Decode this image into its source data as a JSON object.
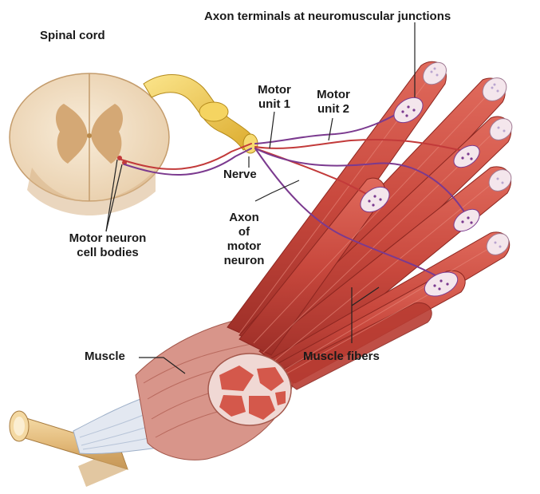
{
  "labels": {
    "spinal_cord": "Spinal cord",
    "axon_terminals": "Axon terminals at neuromuscular junctions",
    "motor_unit_1_line1": "Motor",
    "motor_unit_1_line2": "unit 1",
    "motor_unit_2_line1": "Motor",
    "motor_unit_2_line2": "unit 2",
    "nerve": "Nerve",
    "axon_line1": "Axon",
    "axon_line2": "of",
    "axon_line3": "motor",
    "axon_line4": "neuron",
    "motor_neuron_line1": "Motor neuron",
    "motor_neuron_line2": "cell bodies",
    "muscle": "Muscle",
    "muscle_fibers": "Muscle fibers"
  },
  "colors": {
    "muscle_fiber": "#c8483d",
    "muscle_fiber_dark": "#9c2e27",
    "muscle_end": "#f4e6ec",
    "muscle_end_dots": "#b9a4cf",
    "grey_matter": "#d4a875",
    "white_matter": "#f2e0c8",
    "nerve_yellow": "#f3cf5a",
    "axon_purple": "#7b3a8f",
    "bone": "#e8c488",
    "tendon": "#dfe5ef",
    "leader_line": "#222222"
  }
}
